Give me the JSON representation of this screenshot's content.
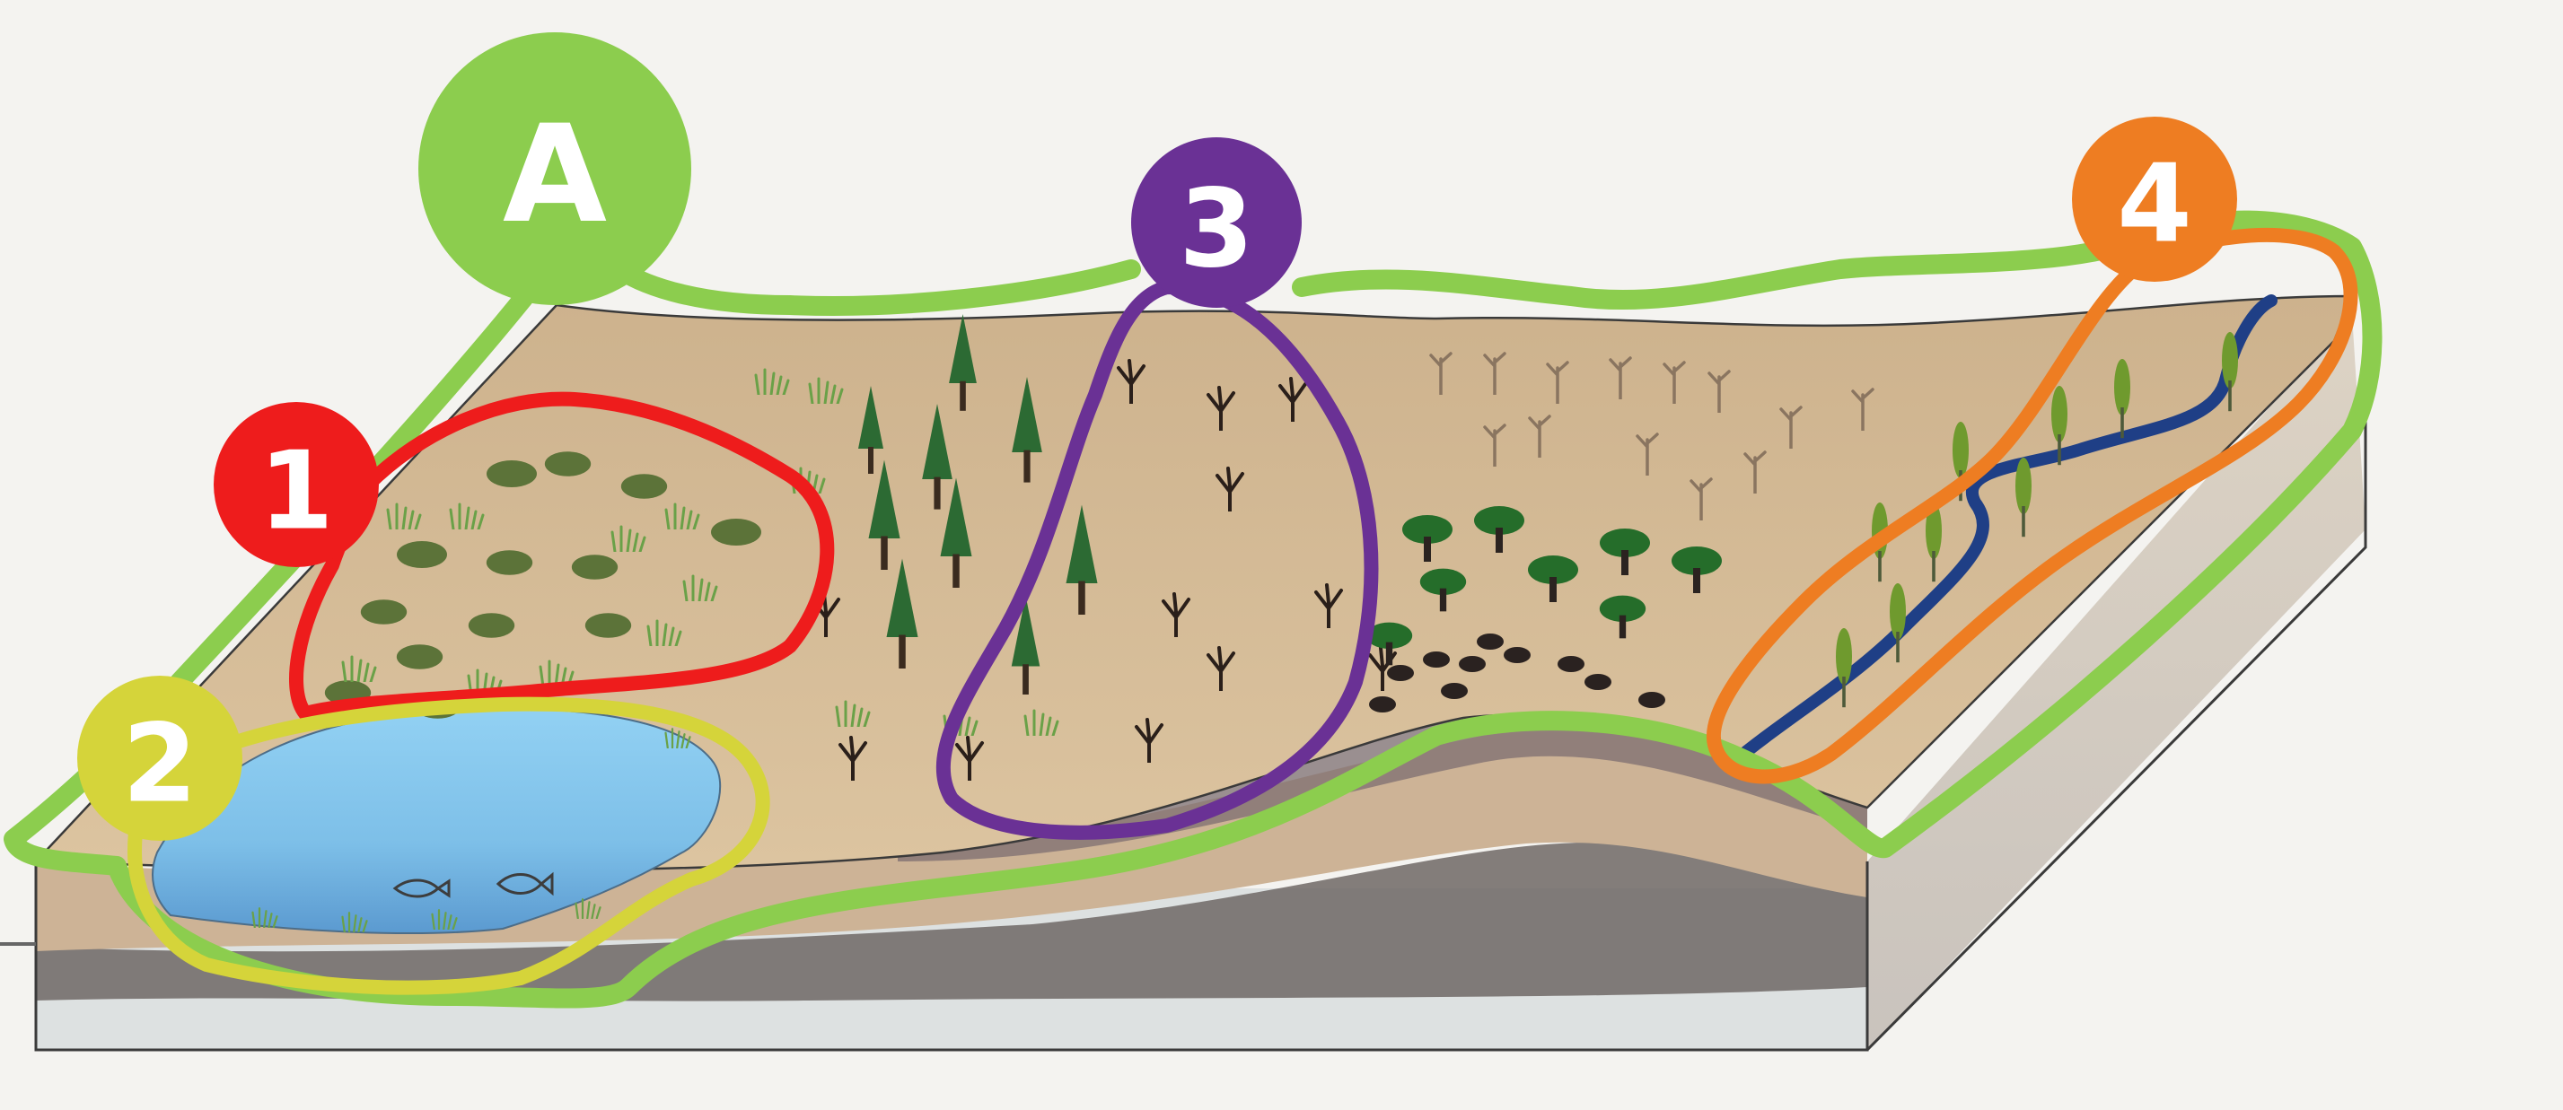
{
  "markers": [
    {
      "id": "A",
      "label": "A",
      "color": "#8ccd4e"
    },
    {
      "id": "1",
      "label": "1",
      "color": "#ee1c1c"
    },
    {
      "id": "2",
      "label": "2",
      "color": "#d5d43a"
    },
    {
      "id": "3",
      "label": "3",
      "color": "#6a3195"
    },
    {
      "id": "4",
      "label": "4",
      "color": "#ee7d22"
    }
  ],
  "colors": {
    "background": "#f4f3f0",
    "topsoil": "#d6bc96",
    "lake": "#8fcdf0",
    "stream": "#1f3f86",
    "conifer": "#2f6b34",
    "shrub": "#5f7a3c",
    "dark_soil": "#6b6260",
    "bedrock": "#dfe3e4"
  },
  "icons": [
    "conifer-tree-icon",
    "deciduous-tree-icon",
    "shrub-icon",
    "grass-tuft-icon",
    "dead-shrub-icon",
    "fish-icon"
  ]
}
